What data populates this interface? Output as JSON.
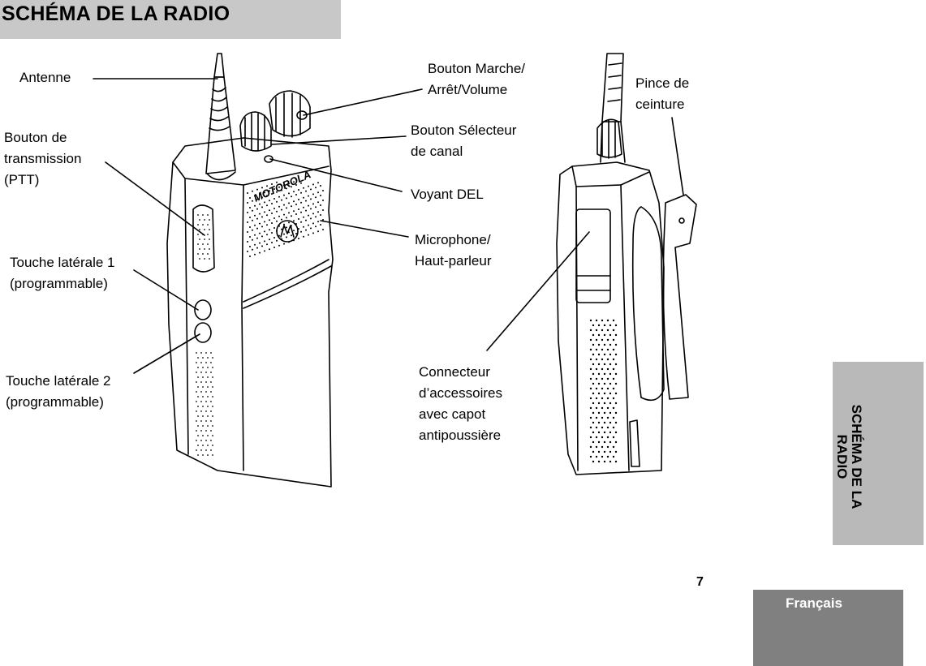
{
  "header": {
    "title": "SCHÉMA DE LA RADIO"
  },
  "side_tab": {
    "label": "SCHÉMA DE LA\nRADIO"
  },
  "page_number": "7",
  "language_tab": {
    "label": "Français"
  },
  "logo_text": "MOTOROLA",
  "labels": {
    "antenna": "Antenne",
    "ptt": "Bouton de\ntransmission\n(PTT)",
    "side_button_1": "Touche latérale 1\n(programmable)",
    "side_button_2": "Touche latérale 2\n(programmable)",
    "power_volume": "Bouton Marche/\nArrêt/Volume",
    "channel_selector": "Bouton Sélecteur\nde canal",
    "led": "Voyant DEL",
    "mic_speaker": "Microphone/\nHaut-parleur",
    "accessory_connector": "Connecteur\nd’accessoires\navec capot\nantipoussière",
    "belt_clip": "Pince de\nceinture"
  },
  "colors": {
    "title_bar": "#c8c8c8",
    "side_tab": "#b9b9b9",
    "language_tab": "#808080"
  }
}
